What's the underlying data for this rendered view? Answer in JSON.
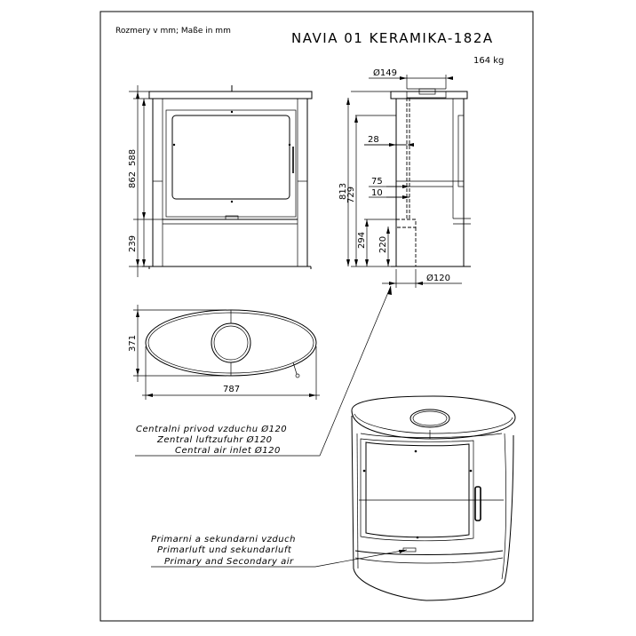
{
  "header": {
    "units_note": "Rozmery v mm; Maße in mm",
    "title": "NAVIA 01 KERAMIKA-182A",
    "weight": "164 kg"
  },
  "front_view": {
    "dim_total_height": "862",
    "dim_upper": "588",
    "dim_lower": "239"
  },
  "side_view": {
    "dim_flue_diameter": "Ø149",
    "dim_28": "28",
    "dim_75": "75",
    "dim_10": "10",
    "dim_813": "813",
    "dim_729": "729",
    "dim_294": "294",
    "dim_220": "220",
    "dim_inlet_diameter": "Ø120"
  },
  "top_view": {
    "dim_depth": "371",
    "dim_width": "787"
  },
  "callouts": {
    "central_air": [
      "Centralni privod vzduchu Ø120",
      "Zentral luftzufuhr Ø120",
      "Central air inlet Ø120"
    ],
    "primary_air": [
      "Primarni a sekundarni vzduch",
      "Primarluft und sekundarluft",
      "Primary and Secondary air"
    ]
  }
}
